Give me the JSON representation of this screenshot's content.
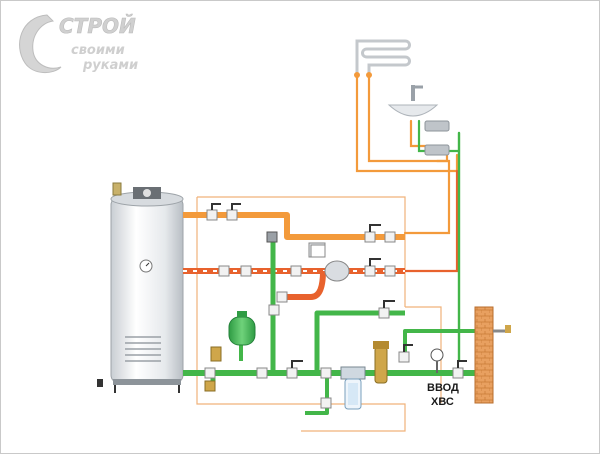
{
  "logo": {
    "line1": "СТРОЙ",
    "line2": "своими",
    "line3": "руками"
  },
  "inlet": {
    "line1": "ВВОД",
    "line2": "ХВС"
  },
  "colors": {
    "hot_pipe": "#f39a3b",
    "cold_pipe": "#43b649",
    "circulation_pipe": "#e8622d",
    "frame_line": "#f0b27a",
    "tank_body": "#e9ecef",
    "expansion_tank": "#3fae52",
    "valve_handle": "#333333",
    "wall": "#e59a55"
  }
}
